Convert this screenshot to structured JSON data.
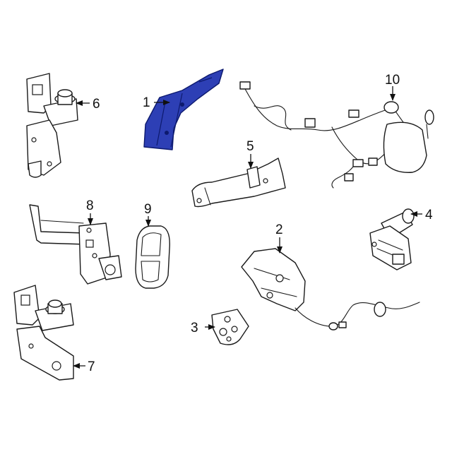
{
  "colors": {
    "highlight": "#2d3fb5",
    "outline": "#1a1a1a",
    "background": "#ffffff"
  },
  "callouts": [
    {
      "id": "1",
      "label": "1"
    },
    {
      "id": "2",
      "label": "2"
    },
    {
      "id": "3",
      "label": "3"
    },
    {
      "id": "4",
      "label": "4"
    },
    {
      "id": "5",
      "label": "5"
    },
    {
      "id": "6",
      "label": "6"
    },
    {
      "id": "7",
      "label": "7"
    },
    {
      "id": "8",
      "label": "8"
    },
    {
      "id": "9",
      "label": "9"
    },
    {
      "id": "10",
      "label": "10"
    }
  ],
  "highlighted_part": "1"
}
